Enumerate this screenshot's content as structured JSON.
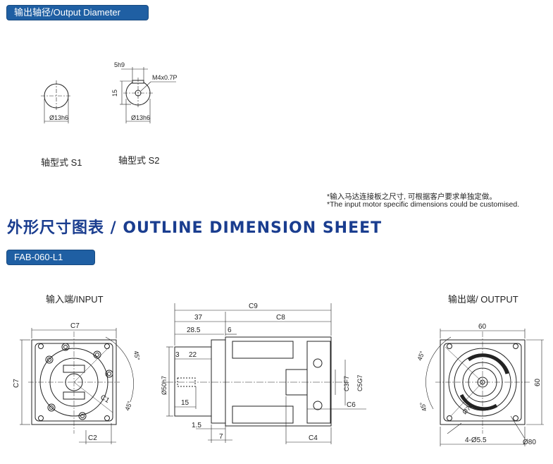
{
  "header_tag": "输出轴径/Output Diameter",
  "shaft_types": {
    "s1_label": "轴型式  S1",
    "s2_label": "轴型式  S2",
    "s1_diam": "Ø13h6",
    "s2_diam": "Ø13h6",
    "s2_key": "5h9",
    "s2_height": "15",
    "s2_thread": "M4x0.7P"
  },
  "notes": {
    "line1": "*输入马达连接板之尺寸, 可根据客户要求单独定做。",
    "line2": "*The input motor specific dimensions could be customised."
  },
  "section_title": "外形尺寸图表 / OUTLINE DIMENSION SHEET",
  "model_tag": "FAB-060-L1",
  "views": {
    "input_label": "输入端/INPUT",
    "output_label": "输出端/ OUTPUT"
  },
  "input_dims": {
    "c7_top": "C7",
    "c7_left": "C7",
    "c1": "C1",
    "c2": "C2",
    "ang1": "45°",
    "ang2": "45°"
  },
  "side_dims": {
    "c9": "C9",
    "d37": "37",
    "c8": "C8",
    "d28_5": "28.5",
    "d6": "6",
    "d3": "3",
    "d22": "22",
    "d50": "Ø50h7",
    "d15": "15",
    "d1_5": "1.5",
    "d7": "7",
    "c4": "C4",
    "c3": "C3F7",
    "c5": "C5G7",
    "c6": "C6"
  },
  "output_dims": {
    "d60_top": "60",
    "d60_right": "60",
    "ang1": "45°",
    "ang2": "45°",
    "d70": "Ø70",
    "holes": "4-Ø5.5",
    "d80": "Ø80"
  }
}
